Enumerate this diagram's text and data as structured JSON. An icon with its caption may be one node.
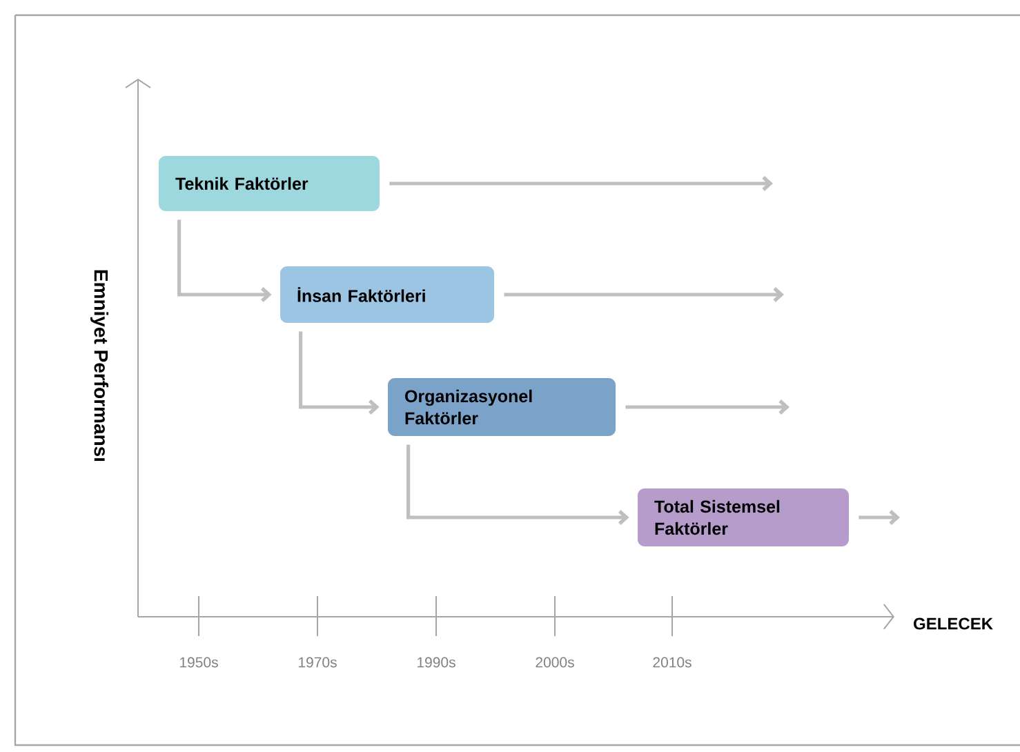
{
  "diagram": {
    "nodes": [
      {
        "text": [
          "Teknik Faktörler"
        ]
      },
      {
        "text": [
          "İnsan Faktörleri"
        ]
      },
      {
        "text": [
          "Organizasyonel Faktörler"
        ]
      },
      {
        "text": [
          "Total Sistemsel Faktörler"
        ]
      }
    ],
    "edges": [
      {
        "from": 0,
        "to": 1,
        "arrow": "to"
      },
      {
        "from": 1,
        "to": 2,
        "arrow": "to"
      },
      {
        "from": 2,
        "to": 3,
        "arrow": "to"
      },
      {
        "from": 0,
        "to": null,
        "arrow": "to"
      },
      {
        "from": 1,
        "to": null,
        "arrow": "to"
      },
      {
        "from": 2,
        "to": null,
        "arrow": "to"
      },
      {
        "from": 3,
        "to": null,
        "arrow": "to"
      }
    ],
    "labels": [
      "Emniyet Performansı",
      "GELECEK",
      "1950s",
      "1970s",
      "1990s",
      "2000s",
      "2010s"
    ]
  }
}
